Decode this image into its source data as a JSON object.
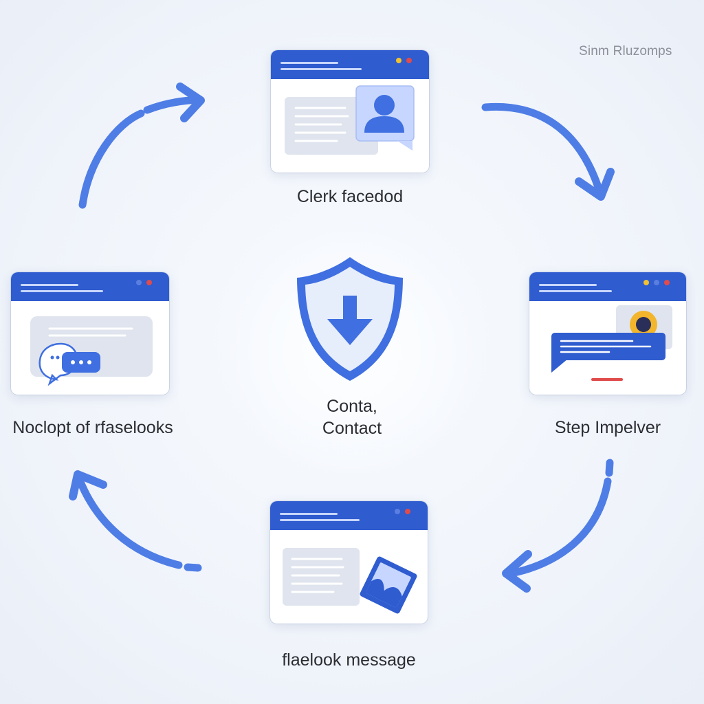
{
  "watermark": "Sinm Rluzomps",
  "nodes": {
    "top": {
      "label": "Clerk facedod"
    },
    "right": {
      "label": "Step Impelver"
    },
    "bottom": {
      "label": "flaelook message"
    },
    "left": {
      "label": "Noclopt of rfaselooks"
    }
  },
  "center": {
    "label_line1": "Conta,",
    "label_line2": "Contact",
    "icon": "shield-download-icon"
  },
  "colors": {
    "accent": "#2f5ccf",
    "arrow": "#4f7de6",
    "panel": "#dfe4ee",
    "card_light": "#c7d6ff"
  },
  "icons": {
    "top": "user-avatar-icon",
    "right": "profile-message-icon",
    "bottom": "photo-icon",
    "left": "chat-bubble-icon",
    "cycle": "arrow-icon"
  }
}
